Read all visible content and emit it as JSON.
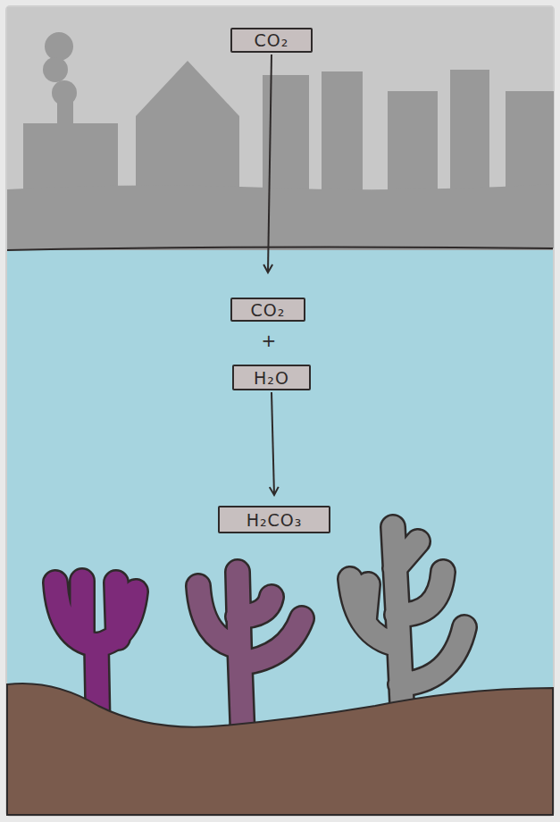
{
  "diagram": {
    "nodes": [
      {
        "text": [
          "CO₂"
        ]
      },
      {
        "text": [
          "CO₂"
        ]
      },
      {
        "text": [
          "H₂O"
        ]
      },
      {
        "text": [
          "H₂CO₃"
        ]
      }
    ],
    "edges": [
      {
        "from": 0,
        "to": 1,
        "arrow": "to"
      },
      {
        "from": 2,
        "to": 3,
        "arrow": "to"
      }
    ],
    "labels": [
      "+"
    ]
  }
}
